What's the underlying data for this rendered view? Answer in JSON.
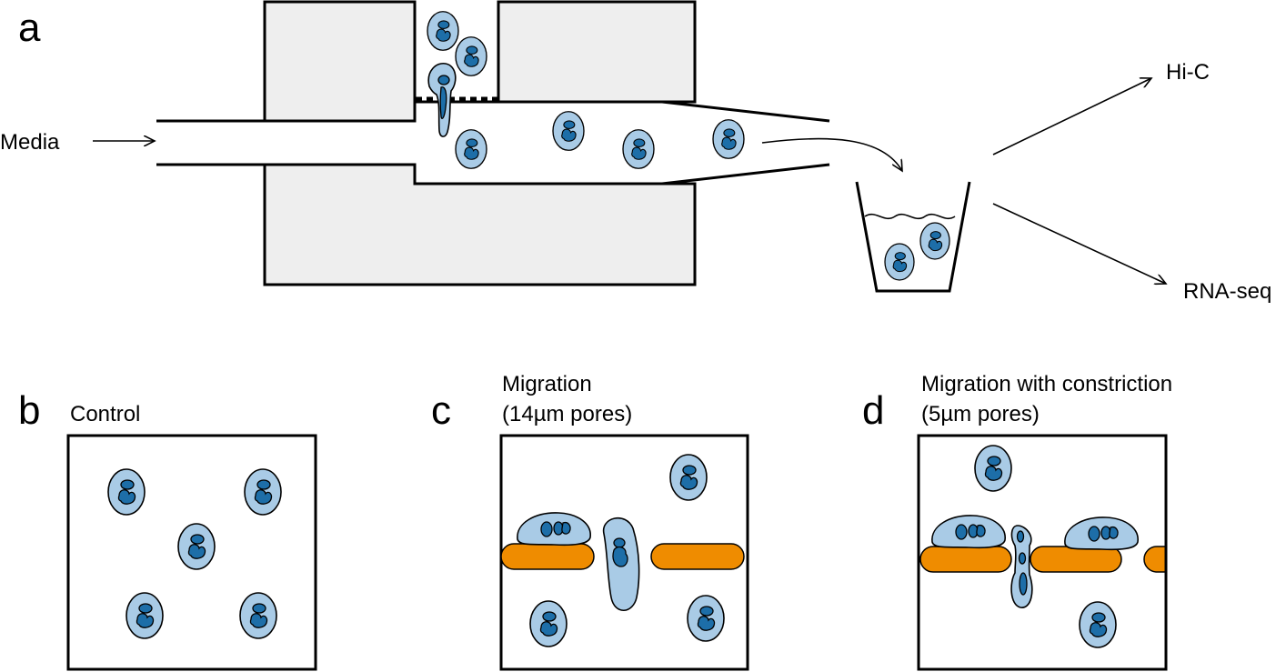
{
  "panels": {
    "a": {
      "letter": "a",
      "input_label": "Media",
      "outputs": [
        "Hi-C",
        "RNA-seq"
      ]
    },
    "b": {
      "letter": "b",
      "title_line1": "Control",
      "title_line2": ""
    },
    "c": {
      "letter": "c",
      "title_line1": "Migration",
      "title_line2": "(14µm pores)"
    },
    "d": {
      "letter": "d",
      "title_line1": "Migration with constriction",
      "title_line2": "(5µm pores)"
    }
  },
  "colors": {
    "cell_fill": "#a9cbe6",
    "nucleus_fill": "#1d6ea8",
    "membrane_fill": "#ef8c00",
    "device_fill": "#eeeeee"
  }
}
